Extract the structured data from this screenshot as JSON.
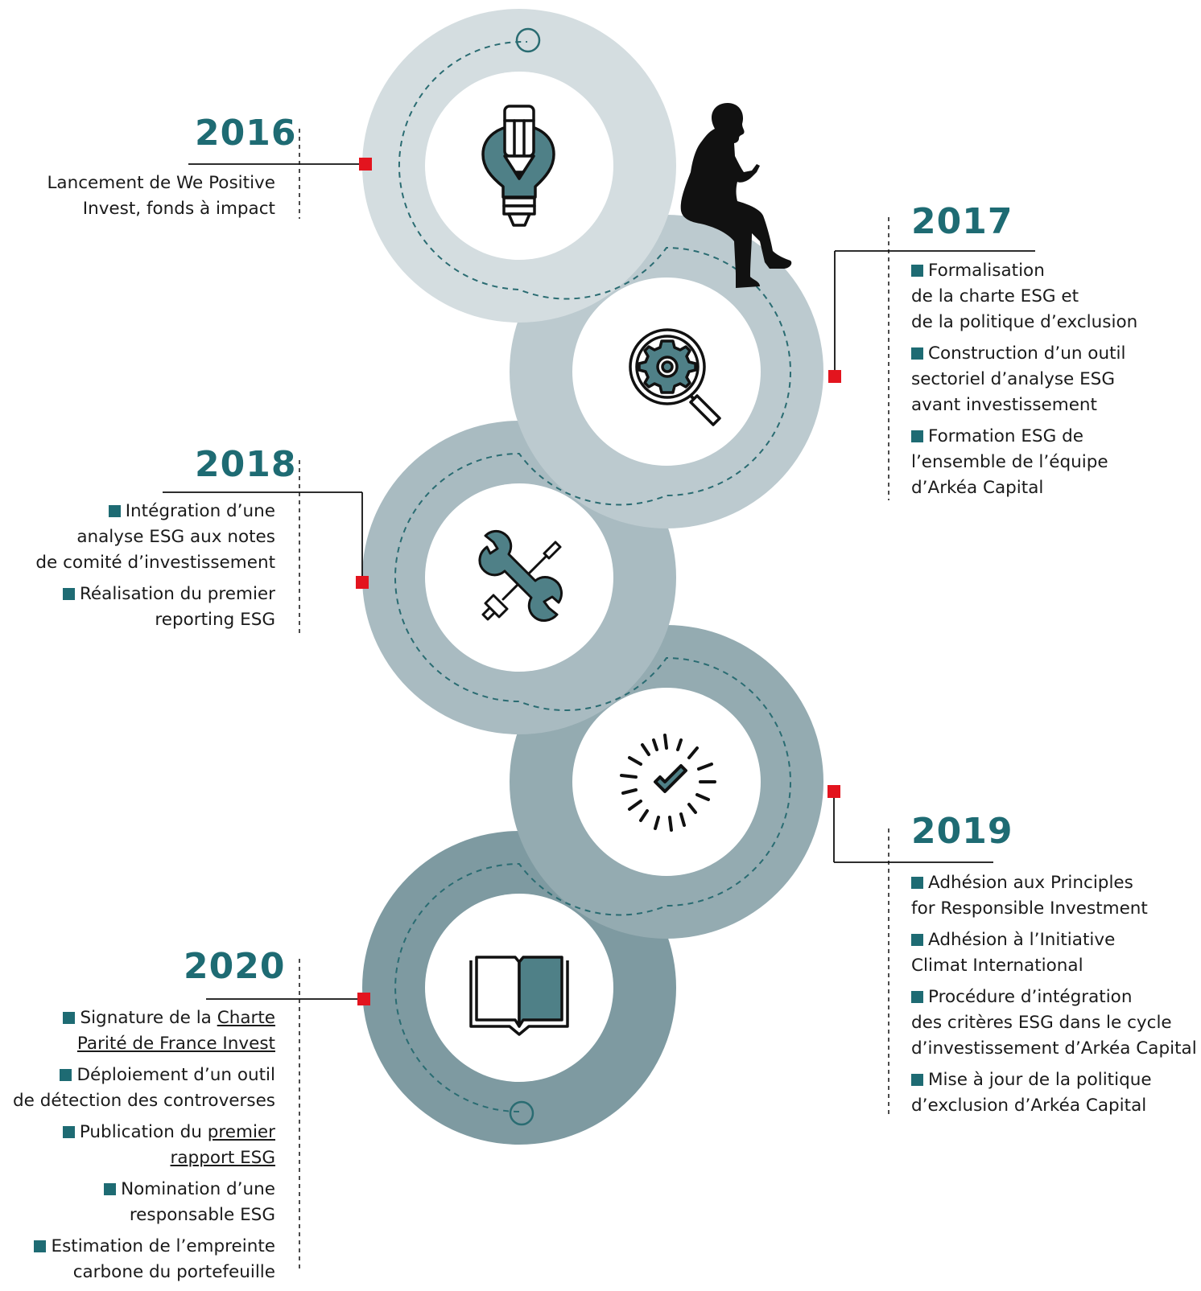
{
  "colors": {
    "accent": "#1e6b73",
    "marker": "#e3141e",
    "ring1": "#d4dde0",
    "ring2": "#bccacf",
    "ring3": "#a9bbc1",
    "ring4": "#94abb1",
    "ring5": "#7e9aa1",
    "dash": "#2a6c72",
    "icon_fill": "#4f8087"
  },
  "milestones": [
    {
      "year": "2016",
      "icon": "lightbulb-pencil-icon",
      "items": [
        {
          "bullet": false,
          "lines": [
            "Lancement de We Positive",
            "Invest, fonds à impact"
          ]
        }
      ]
    },
    {
      "year": "2017",
      "icon": "gear-magnifier-icon",
      "items": [
        {
          "bullet": true,
          "lines": [
            "Formalisation",
            "de la charte ESG et",
            "de la politique d’exclusion"
          ]
        },
        {
          "bullet": true,
          "lines": [
            "Construction d’un outil",
            "sectoriel d’analyse ESG",
            "avant investissement"
          ]
        },
        {
          "bullet": true,
          "lines": [
            "Formation ESG de",
            "l’ensemble de l’équipe",
            "d’Arkéa Capital"
          ]
        }
      ]
    },
    {
      "year": "2018",
      "icon": "wrench-screwdriver-icon",
      "items": [
        {
          "bullet": true,
          "lines": [
            "Intégration d’une",
            "analyse ESG aux notes",
            "de comité d’investissement"
          ]
        },
        {
          "bullet": true,
          "lines": [
            "Réalisation du premier",
            "reporting ESG"
          ]
        }
      ]
    },
    {
      "year": "2019",
      "icon": "sparkle-checkmark-icon",
      "items": [
        {
          "bullet": true,
          "lines": [
            "Adhésion aux Principles",
            "for Responsible Investment"
          ]
        },
        {
          "bullet": true,
          "lines": [
            "Adhésion à l’Initiative",
            "Climat International"
          ]
        },
        {
          "bullet": true,
          "lines": [
            "Procédure d’intégration",
            "des critères ESG dans le cycle",
            "d’investissement d’Arkéa Capital"
          ]
        },
        {
          "bullet": true,
          "lines": [
            "Mise à jour de la politique",
            "d’exclusion d’Arkéa Capital"
          ]
        }
      ]
    },
    {
      "year": "2020",
      "icon": "open-book-icon",
      "items": [
        {
          "bullet": true,
          "lines": [
            "Signature de la |Charte",
            "|Parité de France Invest"
          ]
        },
        {
          "bullet": true,
          "lines": [
            "Déploiement d’un outil",
            "de détection des controverses"
          ]
        },
        {
          "bullet": true,
          "lines": [
            "Publication du |premier",
            "|rapport ESG"
          ]
        },
        {
          "bullet": true,
          "lines": [
            "Nomination d’une",
            "responsable ESG"
          ]
        },
        {
          "bullet": true,
          "lines": [
            "Estimation de l’empreinte",
            "carbone du portefeuille"
          ]
        }
      ]
    }
  ],
  "decorations": {
    "silhouette": "seated-woman-silhouette"
  }
}
